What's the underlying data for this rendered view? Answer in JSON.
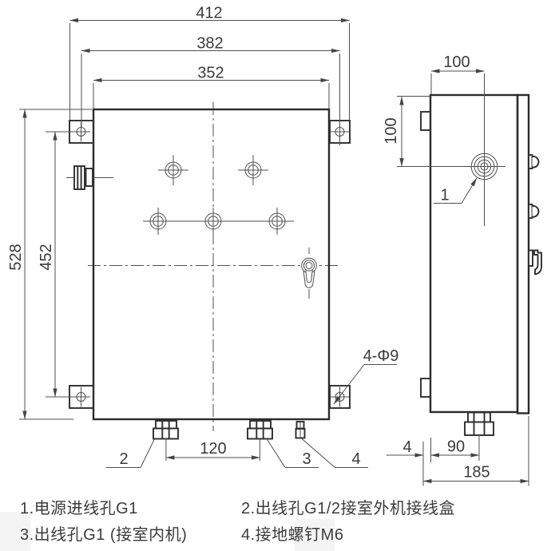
{
  "meta": {
    "type": "engineering-drawing",
    "background": "#ffffff"
  },
  "colors": {
    "outline": "#2b2b2b",
    "thin_line": "#4f4f4f",
    "text": "#3b3b3b"
  },
  "front_view": {
    "dimensions": {
      "width_overall": "412",
      "width_mount_holes": "382",
      "width_body": "352",
      "height_overall": "528",
      "height_mount_holes": "452",
      "gland_spacing": "120",
      "mount_hole_note": "4-Φ9"
    },
    "callouts": {
      "outlet_outdoor": "2",
      "outlet_indoor": "3",
      "ground_screw": "4"
    }
  },
  "side_view": {
    "dimensions": {
      "inlet_from_front": "100",
      "inlet_from_top": "100",
      "tab_offset": "4",
      "gland_from_front": "90",
      "depth_overall": "185"
    },
    "callouts": {
      "power_inlet": "1"
    }
  },
  "legend": {
    "items": [
      {
        "label": "1.电源进线孔G1"
      },
      {
        "label": "2.出线孔G1/2接室外机接线盒"
      },
      {
        "label": "3.出线孔G1 (接室内机)"
      },
      {
        "label": "4.接地螺钉M6"
      }
    ]
  }
}
